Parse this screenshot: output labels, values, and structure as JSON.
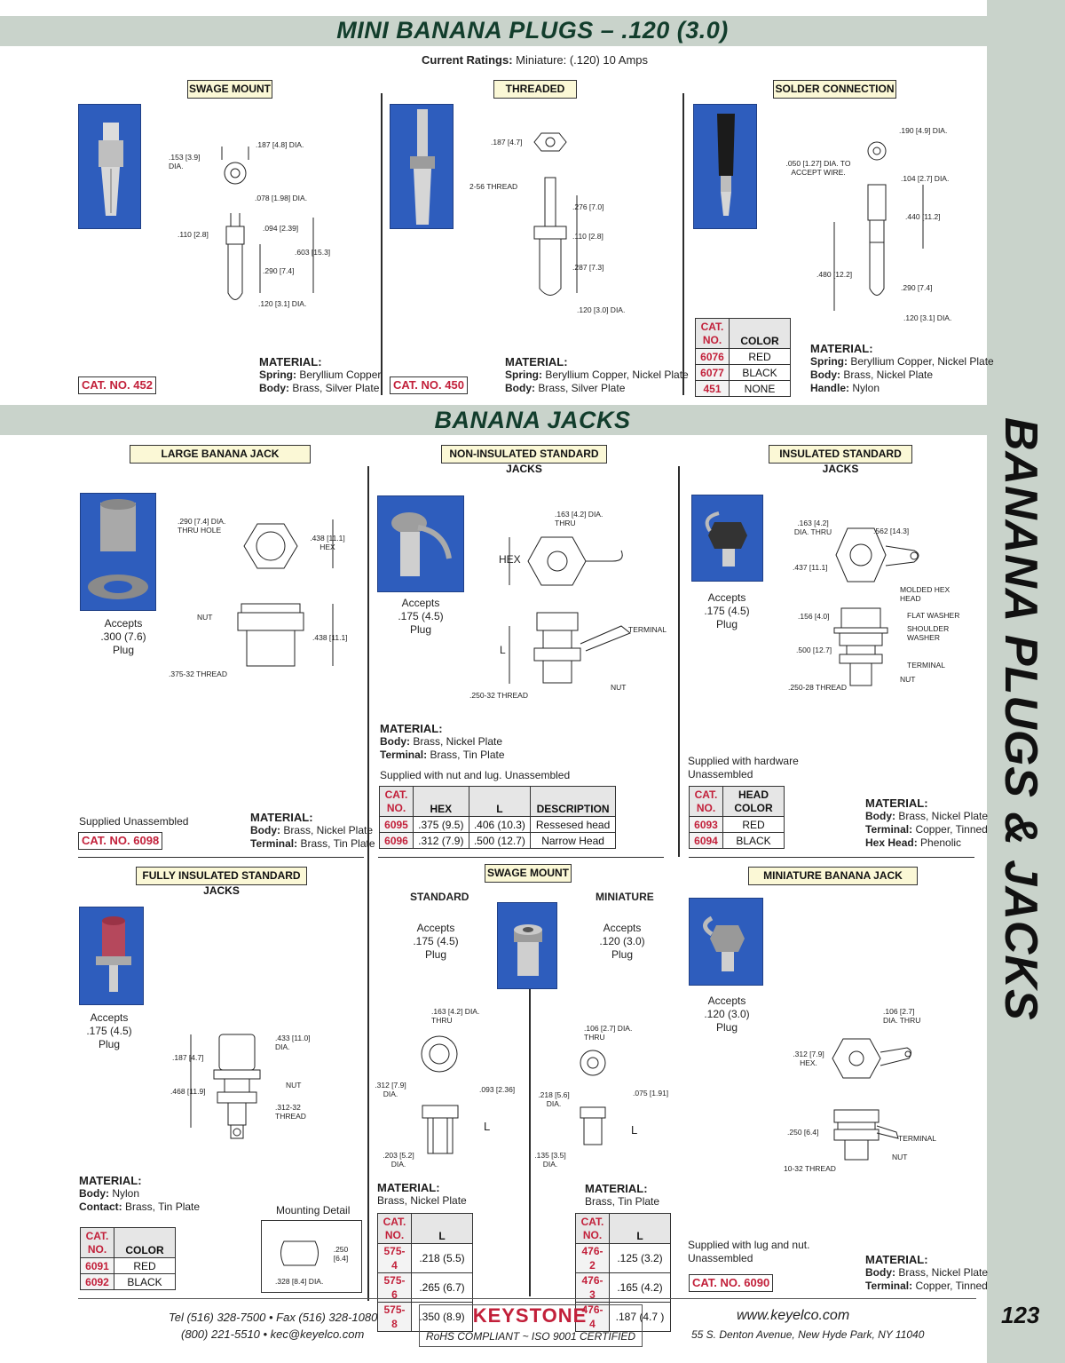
{
  "header": {
    "title": "MINI BANANA PLUGS – .120 (3.0)",
    "ratings_label": "Current Ratings:",
    "ratings_value": " Miniature: (.120) 10 Amps"
  },
  "section2_title": "BANANA JACKS",
  "side_title": "BANANA PLUGS & JACKS",
  "plugs": {
    "swage": {
      "tag": "SWAGE MOUNT",
      "dims": [
        ".187 [4.8] DIA.",
        ".153 [3.9] DIA.",
        ".078 [1.98] DIA.",
        ".094 [2.39]",
        ".110 [2.8]",
        ".603 [15.3]",
        ".290 [7.4]",
        ".120 [3.1] DIA."
      ],
      "material_label": "MATERIAL:",
      "mat1_label": "Spring:",
      "mat1_val": " Beryllium Copper",
      "mat2_label": "Body:",
      "mat2_val": " Brass, Silver Plate",
      "cat": "CAT. NO. 452"
    },
    "threaded": {
      "tag": "THREADED",
      "dims": [
        ".187 [4.7]",
        "2-56 THREAD",
        ".276 [7.0]",
        ".110 [2.8]",
        ".287 [7.3]",
        ".120 [3.0] DIA."
      ],
      "material_label": "MATERIAL:",
      "mat1_label": "Spring:",
      "mat1_val": " Beryllium Copper, Nickel Plate",
      "mat2_label": "Body:",
      "mat2_val": " Brass, Silver Plate",
      "cat": "CAT. NO. 450"
    },
    "solder": {
      "tag": "SOLDER CONNECTION",
      "dims": [
        ".190 [4.9] DIA.",
        ".050 [1.27] DIA. TO ACCEPT WIRE.",
        ".104 [2.7] DIA.",
        ".440 [11.2]",
        ".480 [12.2]",
        ".290 [7.4]",
        ".120 [3.1] DIA."
      ],
      "table": {
        "h1": "CAT. NO.",
        "h2": "COLOR",
        "rows": [
          [
            "6076",
            "RED"
          ],
          [
            "6077",
            "BLACK"
          ],
          [
            "451",
            "NONE"
          ]
        ]
      },
      "material_label": "MATERIAL:",
      "mat1_label": "Spring:",
      "mat1_val": " Beryllium Copper, Nickel Plate",
      "mat2_label": "Body:",
      "mat2_val": " Brass, Nickel Plate",
      "mat3_label": "Handle:",
      "mat3_val": " Nylon"
    }
  },
  "jacks": {
    "large": {
      "tag": "LARGE BANANA JACK",
      "accepts": "Accepts .300 (7.6) Plug",
      "dims": [
        ".290 [7.4] DIA. THRU HOLE",
        ".438 [11.1] HEX",
        "NUT",
        ".438 [11.1]",
        ".375-32 THREAD"
      ],
      "supplied": "Supplied Unassembled",
      "cat": "CAT. NO. 6098",
      "material_label": "MATERIAL:",
      "mat1_label": "Body:",
      "mat1_val": " Brass, Nickel Plate",
      "mat2_label": "Terminal:",
      "mat2_val": " Brass, Tin Plate"
    },
    "noninsulated": {
      "tag": "NON-INSULATED STANDARD JACKS",
      "accepts": "Accepts .175 (4.5) Plug",
      "dims": [
        ".163 [4.2] DIA. THRU",
        "HEX",
        "TERMINAL",
        "L",
        "NUT",
        ".250-32 THREAD"
      ],
      "material_label": "MATERIAL:",
      "mat1_label": "Body:",
      "mat1_val": " Brass, Nickel Plate",
      "mat2_label": "Terminal:",
      "mat2_val": " Brass, Tin Plate",
      "supplied": "Supplied with nut and lug. Unassembled",
      "table": {
        "h1": "CAT. NO.",
        "h2": "HEX",
        "h3": "L",
        "h4": "DESCRIPTION",
        "rows": [
          [
            "6095",
            ".375 (9.5)",
            ".406 (10.3)",
            "Ressesed head"
          ],
          [
            "6096",
            ".312 (7.9)",
            ".500 (12.7)",
            "Narrow Head"
          ]
        ]
      }
    },
    "insulated": {
      "tag": "INSULATED STANDARD JACKS",
      "accepts": "Accepts .175 (4.5) Plug",
      "dims": [
        ".163 [4.2] DIA. THRU",
        ".562 [14.3]",
        ".437 [11.1]",
        "MOLDED HEX HEAD",
        ".156 [4.0]",
        "FLAT WASHER",
        "SHOULDER WASHER",
        ".500 [12.7]",
        "TERMINAL",
        "NUT",
        ".250-28 THREAD"
      ],
      "supplied": "Supplied with hardware Unassembled",
      "table": {
        "h1": "CAT. NO.",
        "h2": "HEAD COLOR",
        "rows": [
          [
            "6093",
            "RED"
          ],
          [
            "6094",
            "BLACK"
          ]
        ]
      },
      "material_label": "MATERIAL:",
      "mat1_label": "Body:",
      "mat1_val": " Brass, Nickel Plate",
      "mat2_label": "Terminal:",
      "mat2_val": " Copper, Tinned",
      "mat3_label": "Hex Head:",
      "mat3_val": " Phenolic"
    },
    "fully": {
      "tag": "FULLY INSULATED STANDARD JACKS",
      "accepts": "Accepts .175 (4.5) Plug",
      "dims": [
        ".433 [11.0] DIA.",
        ".187 [4.7]",
        "NUT",
        ".468 [11.9]",
        ".312-32 THREAD"
      ],
      "material_label": "MATERIAL:",
      "mat1_label": "Body:",
      "mat1_val": " Nylon",
      "mat2_label": "Contact:",
      "mat2_val": " Brass, Tin Plate",
      "mounting": "Mounting Detail",
      "mdims": [
        ".250 [6.4]",
        ".328 [8.4] DIA."
      ],
      "table": {
        "h1": "CAT. NO.",
        "h2": "COLOR",
        "rows": [
          [
            "6091",
            "RED"
          ],
          [
            "6092",
            "BLACK"
          ]
        ]
      }
    },
    "swage": {
      "tag": "SWAGE MOUNT",
      "std_label": "STANDARD",
      "mini_label": "MINIATURE",
      "std_accepts": "Accepts .175 (4.5) Plug",
      "mini_accepts": "Accepts .120 (3.0) Plug",
      "std_dims": [
        ".163 [4.2] DIA. THRU",
        ".312 [7.9] DIA.",
        ".093 [2.36]",
        "L",
        ".203 [5.2] DIA."
      ],
      "mini_dims": [
        ".106 [2.7] DIA. THRU",
        ".218 [5.6] DIA.",
        ".075 [1.91]",
        "L",
        ".135 [3.5] DIA."
      ],
      "std_material": "MATERIAL:",
      "std_mat_val": "Brass, Nickel Plate",
      "mini_material": "MATERIAL:",
      "mini_mat_val": "Brass, Tin Plate",
      "std_table": {
        "h1": "CAT. NO.",
        "h2": "L",
        "rows": [
          [
            "575-4",
            ".218 (5.5)"
          ],
          [
            "575-6",
            ".265 (6.7)"
          ],
          [
            "575-8",
            ".350 (8.9)"
          ]
        ]
      },
      "mini_table": {
        "h1": "CAT. NO.",
        "h2": "L",
        "rows": [
          [
            "476-2",
            ".125 (3.2)"
          ],
          [
            "476-3",
            ".165 (4.2)"
          ],
          [
            "476-4",
            ".187 (4.7 )"
          ]
        ]
      }
    },
    "miniature": {
      "tag": "MINIATURE BANANA JACK",
      "accepts": "Accepts .120 (3.0) Plug",
      "dims": [
        ".106 [2.7] DIA. THRU",
        ".312 [7.9] HEX.",
        ".250 [6.4]",
        "TERMINAL",
        "NUT",
        "10-32 THREAD"
      ],
      "supplied": "Supplied with lug and nut. Unassembled",
      "cat": "CAT. NO. 6090",
      "material_label": "MATERIAL:",
      "mat1_label": "Body:",
      "mat1_val": " Brass, Nickel Plate",
      "mat2_label": "Terminal:",
      "mat2_val": " Copper, Tinned"
    }
  },
  "footer": {
    "tel": "Tel (516) 328-7500  •  Fax (516) 328-1080",
    "tel2": "(800) 221-5510  •  kec@keyelco.com",
    "brand": "KEYSTONE",
    "rohs": "RoHS COMPLIANT  ~  ISO 9001 CERTIFIED",
    "web": "www.keyelco.com",
    "address": "55 S. Denton Avenue, New Hyde Park, NY 11040",
    "page": "123"
  }
}
